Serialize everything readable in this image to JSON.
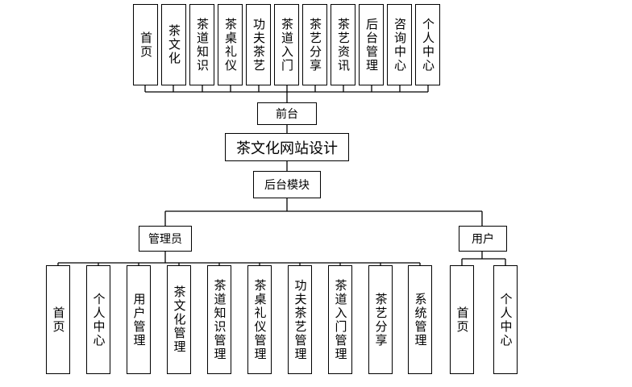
{
  "diagram": {
    "frontend_pages": [
      "首页",
      "茶文化",
      "茶道知识",
      "茶桌礼仪",
      "功夫茶艺",
      "茶道入门",
      "茶艺分享",
      "茶艺资讯",
      "后台管理",
      "咨询中心",
      "个人中心"
    ],
    "frontend_label": "前台",
    "title": "茶文化网站设计",
    "backend_label": "后台模块",
    "admin_label": "管理员",
    "user_label": "用户",
    "admin_modules": [
      "首页",
      "个人中心",
      "用户管理",
      "茶文化管理",
      "茶道知识管理",
      "茶桌礼仪管理",
      "功夫茶艺管理",
      "茶道入门管理",
      "茶艺分享",
      "系统管理"
    ],
    "user_modules": [
      "首页",
      "个人中心"
    ]
  }
}
